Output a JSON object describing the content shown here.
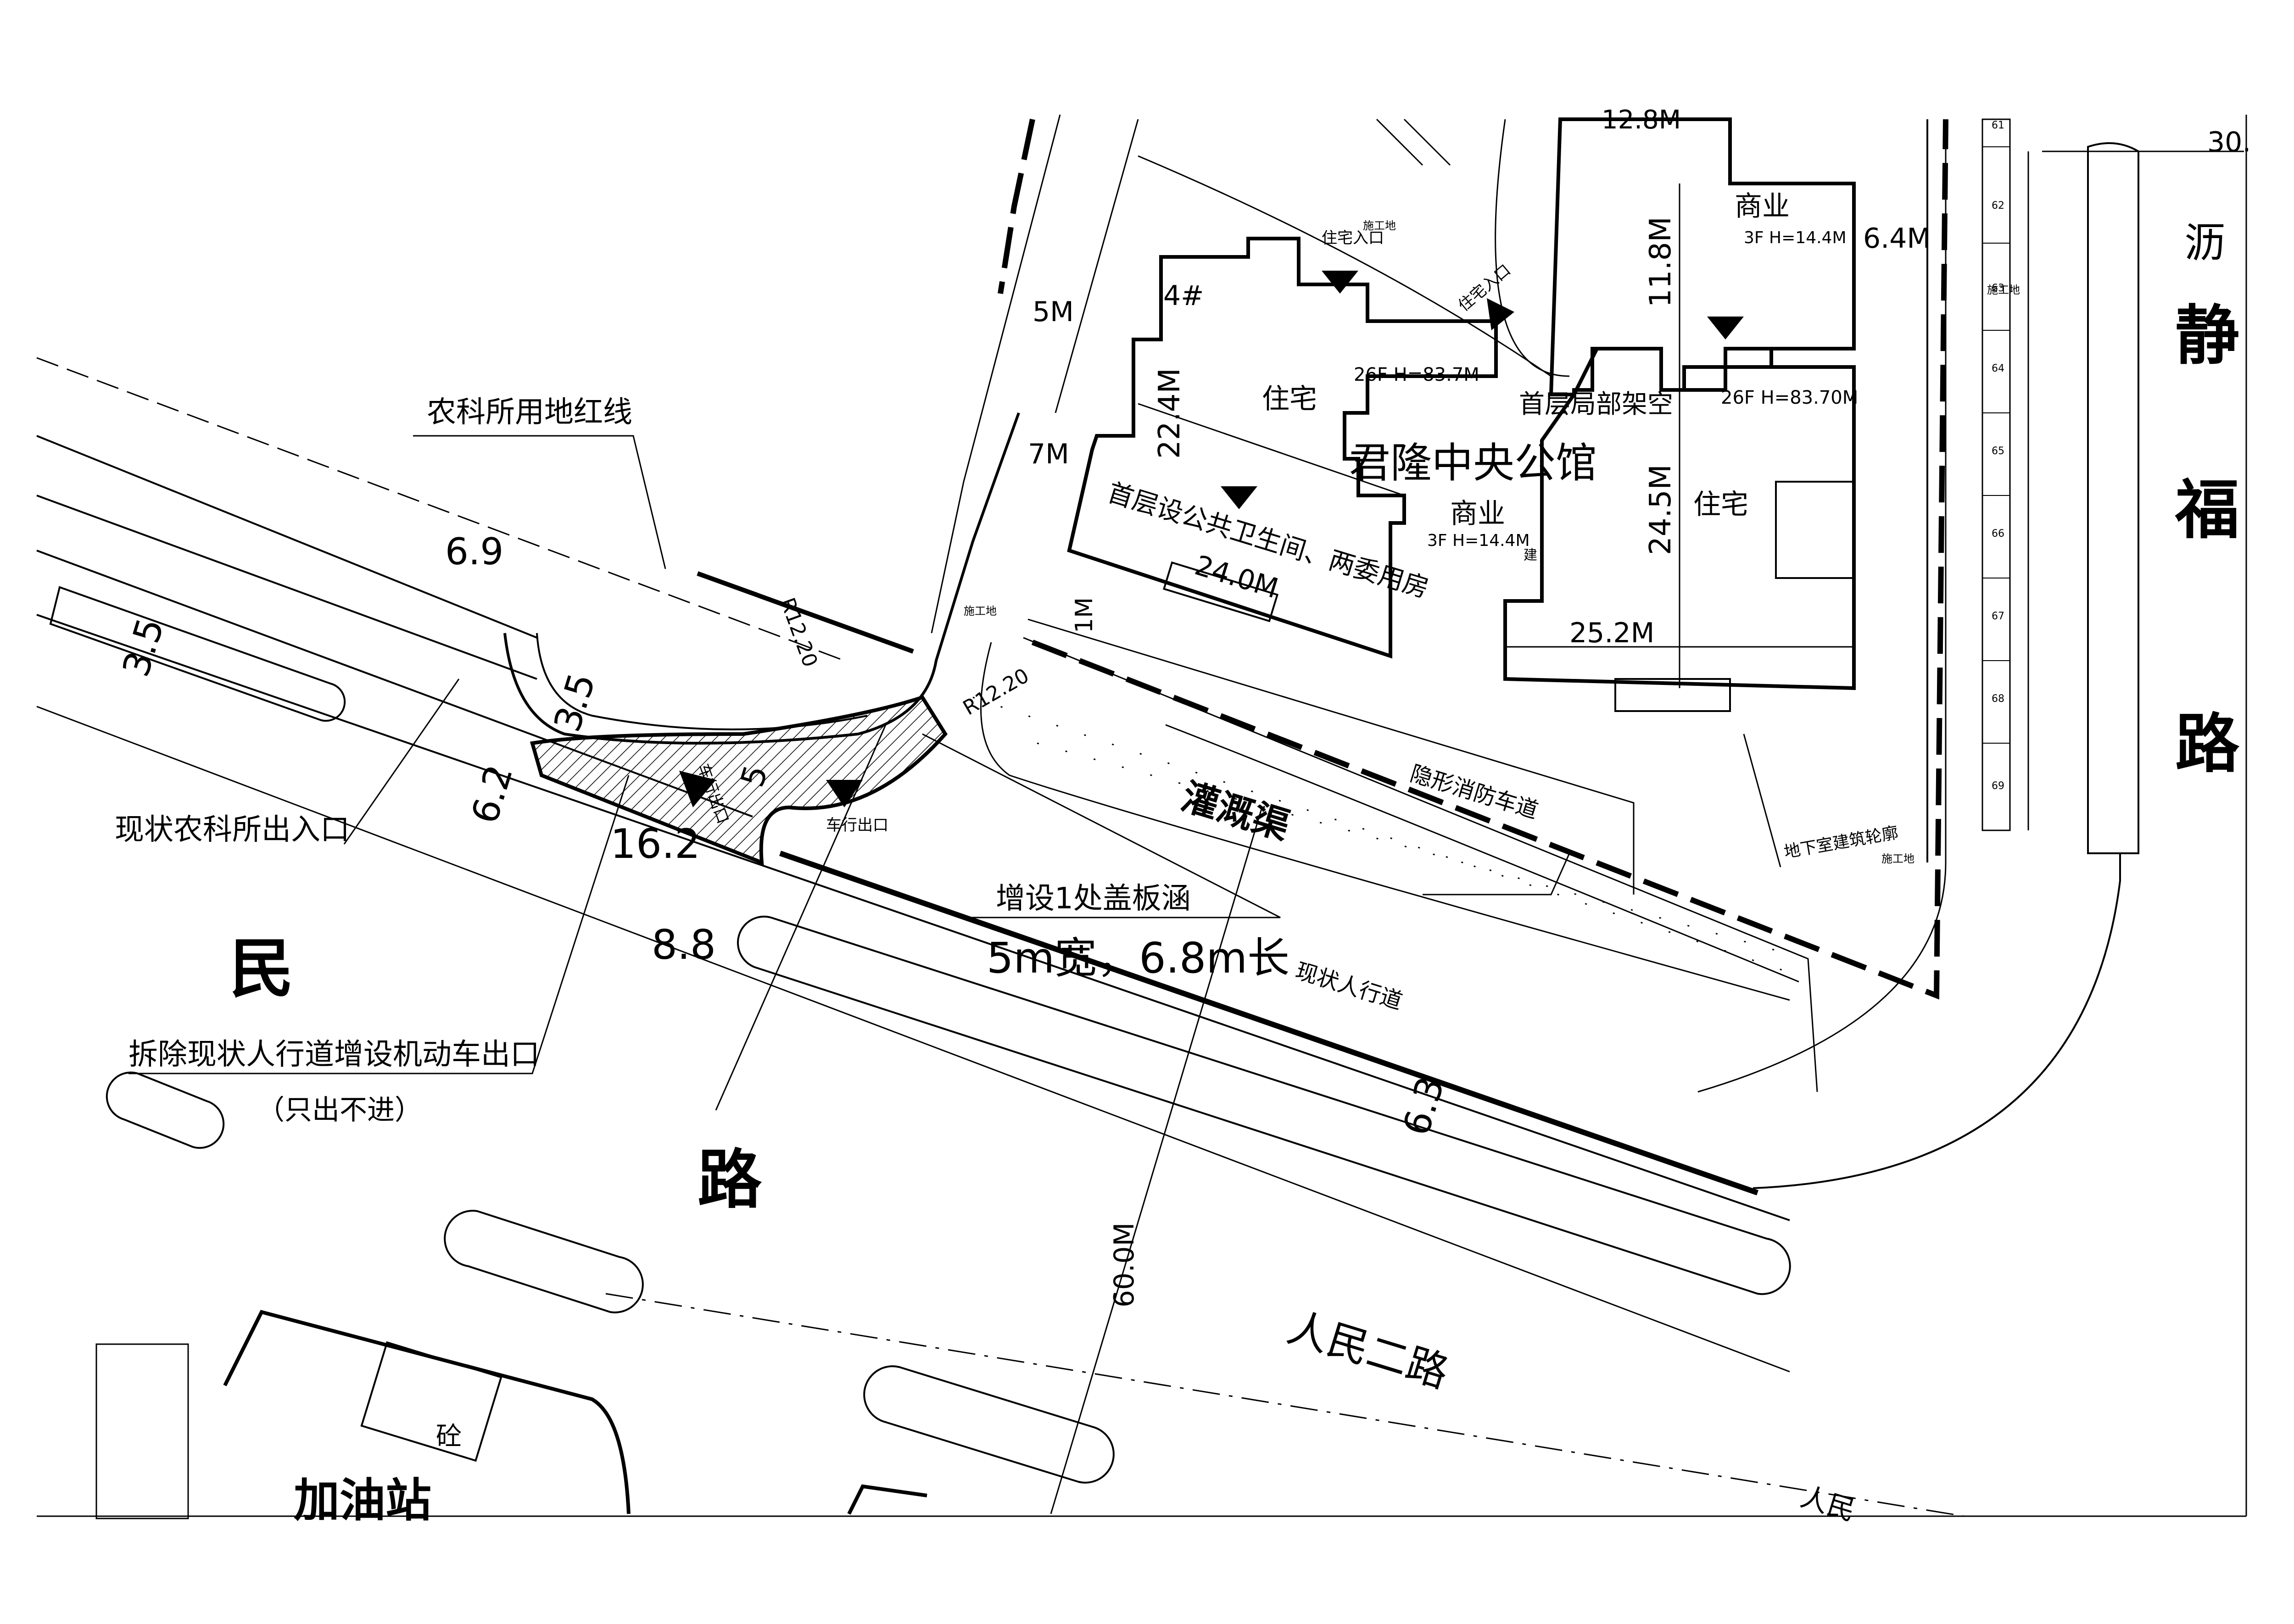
{
  "road_names": {
    "jingfu_1": "静",
    "jingfu_2": "福",
    "jingfu_3": "路",
    "renmin_left_1": "民",
    "renmin_left_2": "路",
    "renmin_er_road": "人民二路",
    "renmin_bottom": "人民",
    "top_right_partial": "沥"
  },
  "buildings": {
    "project_name": "君隆中央公馆",
    "block_4": "4#",
    "residential": "住宅",
    "commercial": "商业",
    "commercial_spec": "3F H=14.4M",
    "tower_spec": "26F H=83.7M",
    "tower_spec_2": "26F H=83.70M",
    "ground_floor_open": "首层局部架空",
    "public_toilet_note": "首层设公共卫生间、两委用房",
    "residential_entrance": "住宅入口",
    "residential_entrance_2": "住宅入口",
    "construction_site": "施工地",
    "construction_site_2": "施工地",
    "construction_site_3": "施工地",
    "construction_site_4": "施工地",
    "jian_mark": "建",
    "gas_station": "加油站",
    "shi_mark": "砼"
  },
  "annotations": {
    "red_line": "农科所用地红线",
    "existing_entrance": "现状农科所出入口",
    "remove_sidewalk": "拆除现状人行道增设机动车出口",
    "exit_only": "（只出不进）",
    "add_culvert": "增设1处盖板涵",
    "culvert_size": "5m宽，6.8m长",
    "existing_sidewalk": "现状人行道",
    "irrigation_canal": "灌溉渠",
    "hidden_fire_lane": "隐形消防车道",
    "basement_corridor": "地下室建筑轮廓",
    "car_exit": "车行出口",
    "car_exit_2": "车行出口",
    "radius_1": "R12.20",
    "radius_2": "R12.20"
  },
  "dimensions": {
    "d_12_8": "12.8M",
    "d_11_8": "11.8M",
    "d_6_4": "6.4M",
    "d_22_4": "22.4M",
    "d_24_0": "24.0M",
    "d_24_5": "24.5M",
    "d_25_2": "25.2M",
    "d_1": "1M",
    "d_5m": "5M",
    "d_7m": "7M",
    "d_6_9": "6.9",
    "d_3_5a": "3.5",
    "d_3_5b": "3.5",
    "d_6_2": "6.2",
    "d_16_2": "16.2",
    "d_8_8": "8.8",
    "d_6_3": "6.3",
    "d_60": "60.0M",
    "d_30": "30.",
    "d_5_small": "5"
  },
  "parking_numbers": [
    "61",
    "62",
    "63",
    "64",
    "65",
    "66",
    "67",
    "68",
    "69"
  ]
}
